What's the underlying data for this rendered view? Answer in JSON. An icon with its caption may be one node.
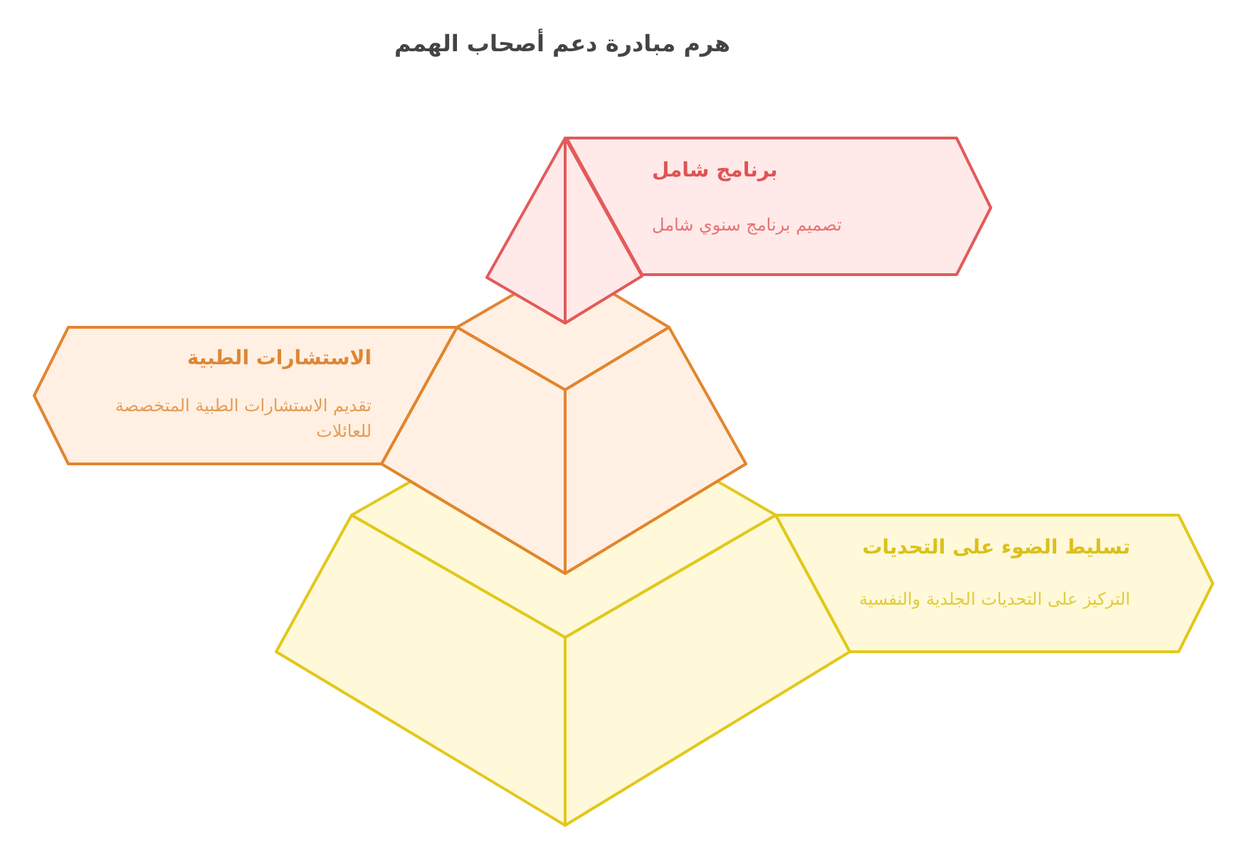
{
  "diagram": {
    "title": "هرم مبادرة دعم أصحاب الهمم",
    "nodes": [
      {
        "text": [],
        "shape": "pyramid"
      },
      {
        "text": [
          "برنامج شامل",
          "تصميم برنامج سنوي شامل"
        ]
      },
      {
        "text": [
          "الاستشارات الطبية",
          "تقديم الاستشارات الطبية المتخصصة للعائلات"
        ]
      },
      {
        "text": [],
        "shape": "frustum"
      },
      {
        "text": [],
        "shape": "frustum"
      },
      {
        "text": [
          "تسليط الضوء على التحديات",
          "التركيز على التحديات الجلدية والنفسية"
        ]
      }
    ]
  }
}
